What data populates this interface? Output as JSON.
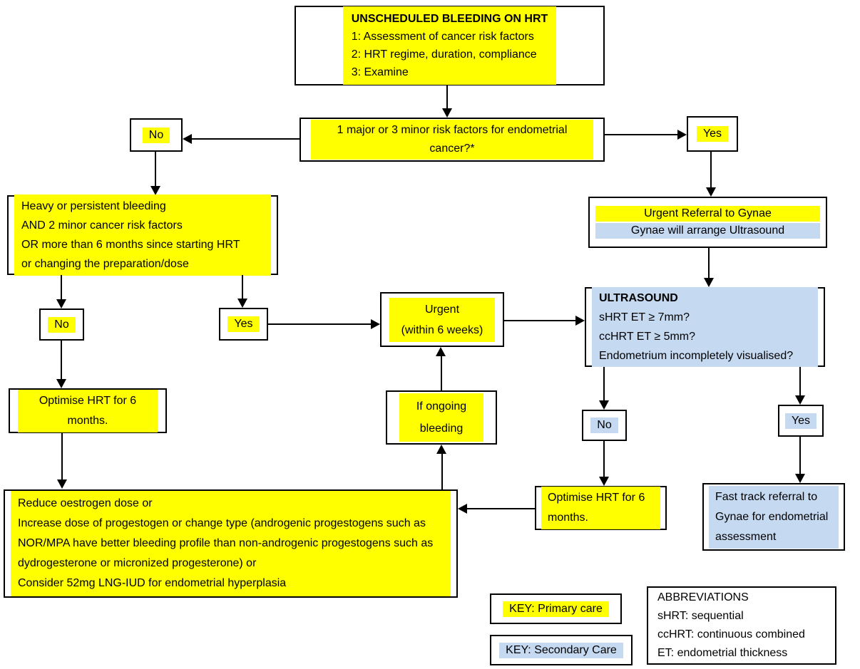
{
  "colors": {
    "primary_care_highlight": "#FFFF00",
    "secondary_care_highlight": "#C5D9F1",
    "border": "#000000"
  },
  "flowchart": {
    "title_box": {
      "title": "UNSCHEDULED BLEEDING ON HRT",
      "line1": "1: Assessment of cancer risk factors",
      "line2": "2: HRT regime, duration, compliance",
      "line3": "3: Examine"
    },
    "question_box": {
      "text": "1 major or 3 minor risk factors for endometrial cancer?*"
    },
    "no_top": {
      "label": "No"
    },
    "yes_top": {
      "label": "Yes"
    },
    "heavy_box": {
      "line1": "Heavy or persistent bleeding",
      "line2": "AND 2 minor cancer risk factors",
      "line3": "OR more than 6 months since starting HRT",
      "line4": "or changing the preparation/dose"
    },
    "urgent_referral_box": {
      "line1": "Urgent Referral to Gynae",
      "line2": "Gynae will arrange Ultrasound"
    },
    "ultrasound_box": {
      "title": "ULTRASOUND",
      "line1": "sHRT ET ≥ 7mm?",
      "line2": "ccHRT ET ≥ 5mm?",
      "line3": "Endometrium incompletely visualised?"
    },
    "urgent_box": {
      "line1": "Urgent",
      "line2": "(within 6 weeks)"
    },
    "no_mid": {
      "label": "No"
    },
    "yes_mid": {
      "label": "Yes"
    },
    "optimise_left_box": {
      "text": "Optimise HRT for 6 months."
    },
    "if_ongoing_box": {
      "text": "If ongoing bleeding"
    },
    "no_us": {
      "label": "No"
    },
    "yes_us": {
      "label": "Yes"
    },
    "optimise_right_box": {
      "text": "Optimise HRT for 6 months."
    },
    "fast_track_box": {
      "text": "Fast track referral to Gynae for endometrial assessment"
    },
    "reduce_box": {
      "para1": "Reduce oestrogen dose or",
      "para2": "Increase dose of progestogen or change type (androgenic progestogens such as NOR/MPA have better bleeding profile than non-androgenic progestogens such as dydrogesterone or micronized progesterone) or",
      "para3": "Consider 52mg LNG-IUD for endometrial hyperplasia"
    },
    "key_primary": {
      "label": "KEY: Primary care"
    },
    "key_secondary": {
      "label": "KEY: Secondary Care"
    },
    "abbreviations_box": {
      "title": "ABBREVIATIONS",
      "line1": "sHRT: sequential",
      "line2": "ccHRT: continuous combined",
      "line3": "ET: endometrial thickness"
    }
  }
}
